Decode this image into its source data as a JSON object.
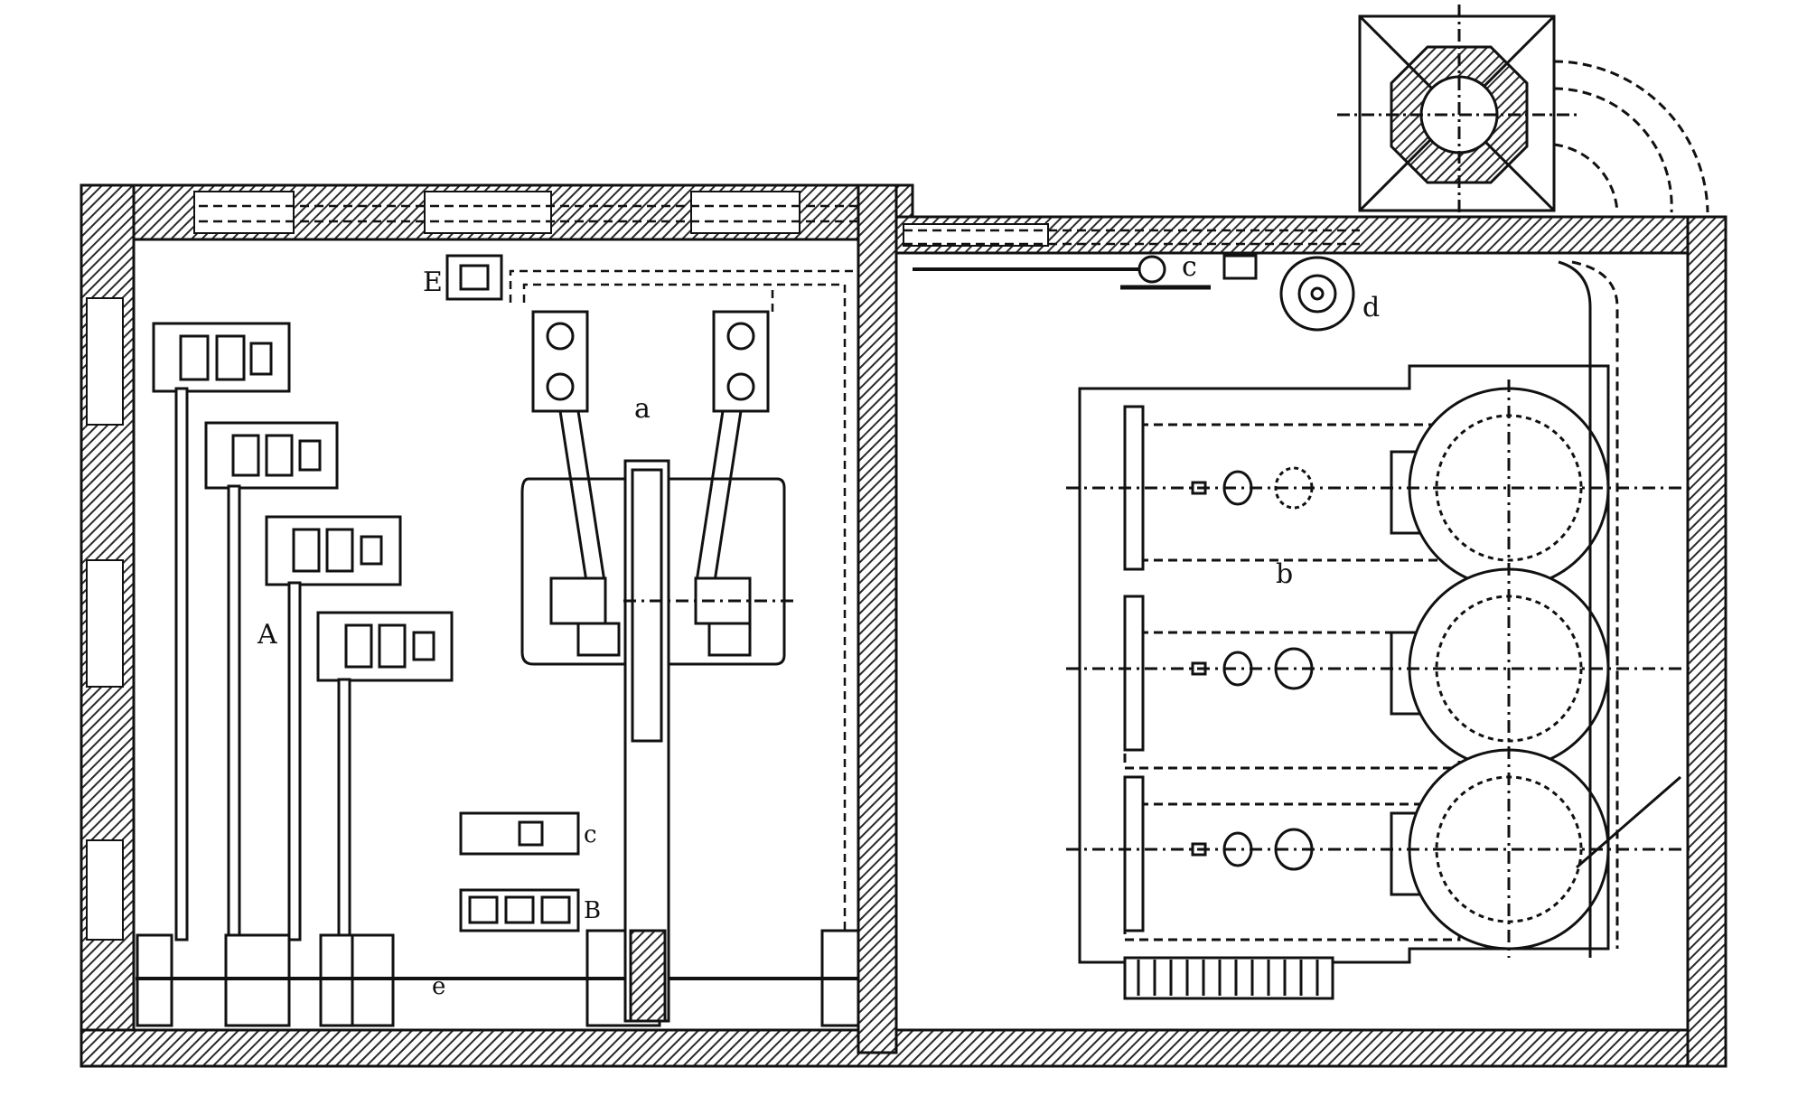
{
  "labels": {
    "A": "A",
    "a": "a",
    "b": "b",
    "B": "B",
    "c_left": "c",
    "c_right": "c",
    "d": "d",
    "e": "e",
    "E": "E"
  },
  "colors": {
    "ink": "#1a1a1a",
    "paper": "#ffffff",
    "wall_hatch": "#2a2a2a"
  }
}
